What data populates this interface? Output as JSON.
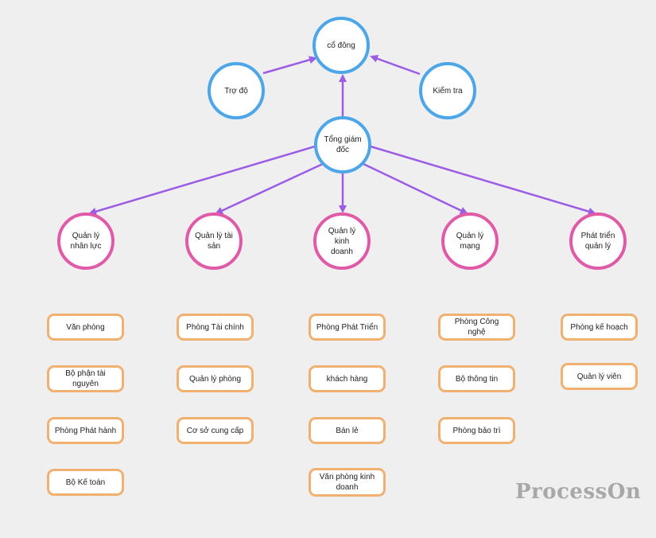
{
  "colors": {
    "top_node_border": "#4da6e8",
    "department_node_border": "#e05aa8",
    "unit_box_border": "#f0b070",
    "arrow": "#9b5de5",
    "background": "#efefef"
  },
  "nodes": {
    "shareholders": "cổ đông",
    "assistant": "Trợ độ",
    "inspection": "Kiểm tra",
    "ceo": "Tổng giám đốc"
  },
  "departments": [
    {
      "label": "Quản lý nhân lực",
      "units": [
        "Văn phòng",
        "Bộ phận tài nguyên",
        "Phòng Phát hành",
        "Bộ Kế toán"
      ]
    },
    {
      "label": "Quản lý tài sản",
      "units": [
        "Phòng Tài chính",
        "Quản lý phòng",
        "Cơ sở cung cấp"
      ]
    },
    {
      "label": "Quản lý kinh doanh",
      "units": [
        "Phòng Phát Triển",
        "khách hàng",
        "Bán lẻ",
        "Văn phòng kinh doanh"
      ]
    },
    {
      "label": "Quản lý mạng",
      "units": [
        "Phòng Công nghệ",
        "Bộ thông tin",
        "Phòng bảo trì"
      ]
    },
    {
      "label": "Phát triển quản lý",
      "units": [
        "Phòng kế hoạch",
        "Quản lý viên"
      ]
    }
  ],
  "watermark": "ProcessOn"
}
